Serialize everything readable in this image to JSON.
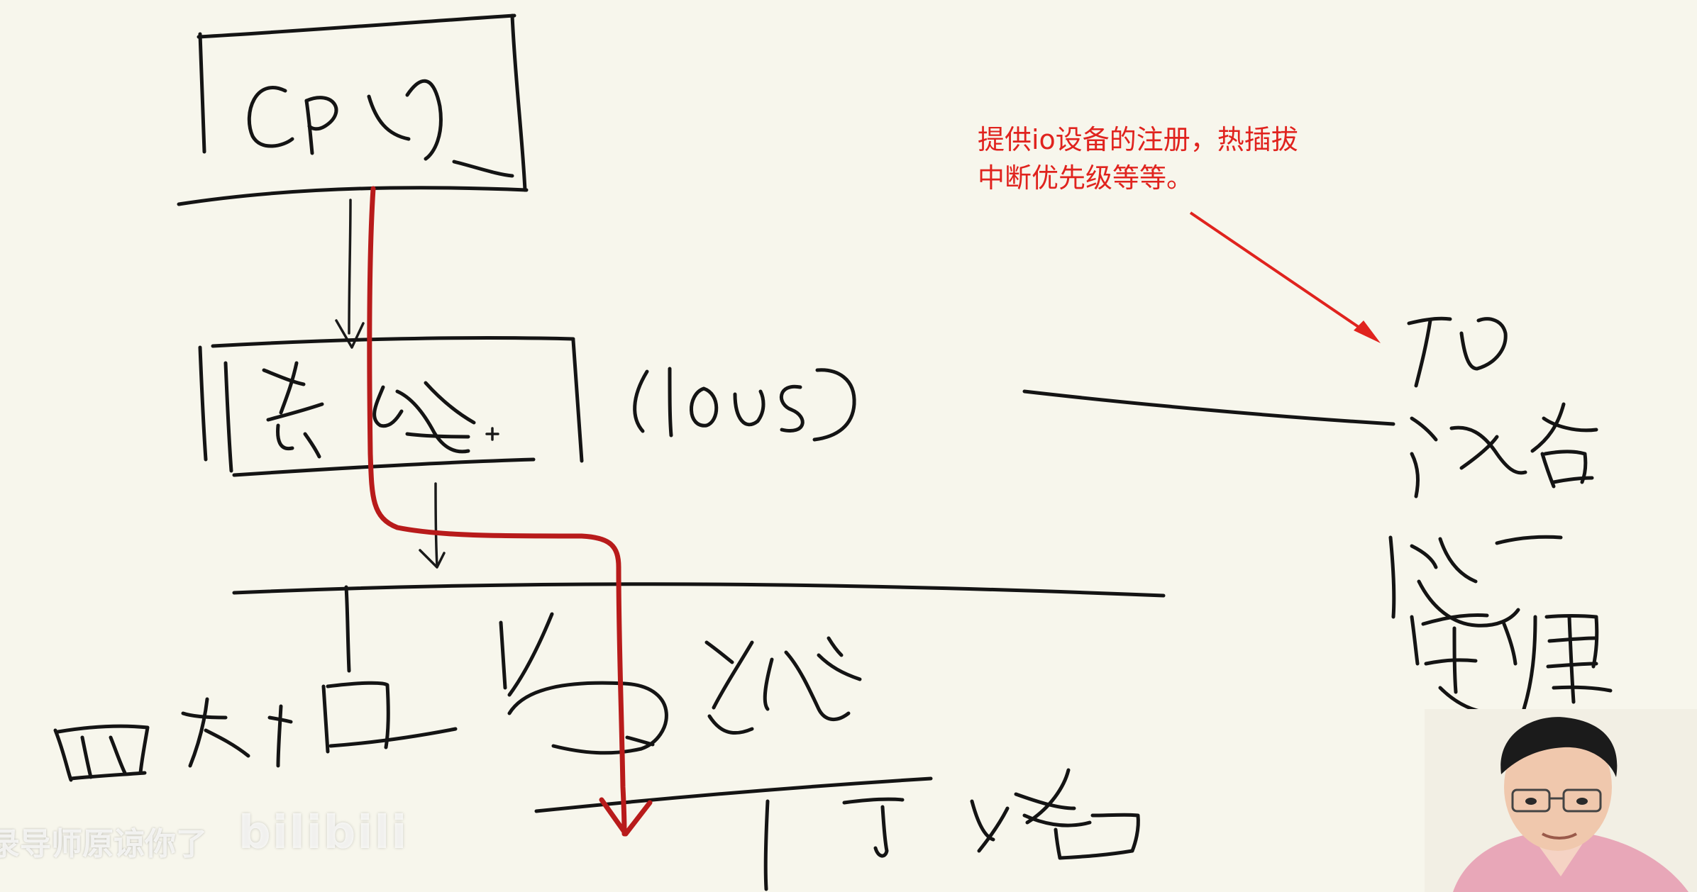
{
  "annotation": {
    "line1": "提供io设备的注册，热插拔",
    "line2": "中断优先级等等。"
  },
  "subtitle": "录导师原谅你了",
  "watermark": "bilibili",
  "colors": {
    "background": "#f7f6ec",
    "ink": "#141414",
    "red_path": "#b81b1b",
    "annotation_text": "#e0231e"
  },
  "icons": {
    "play": "play-icon"
  }
}
